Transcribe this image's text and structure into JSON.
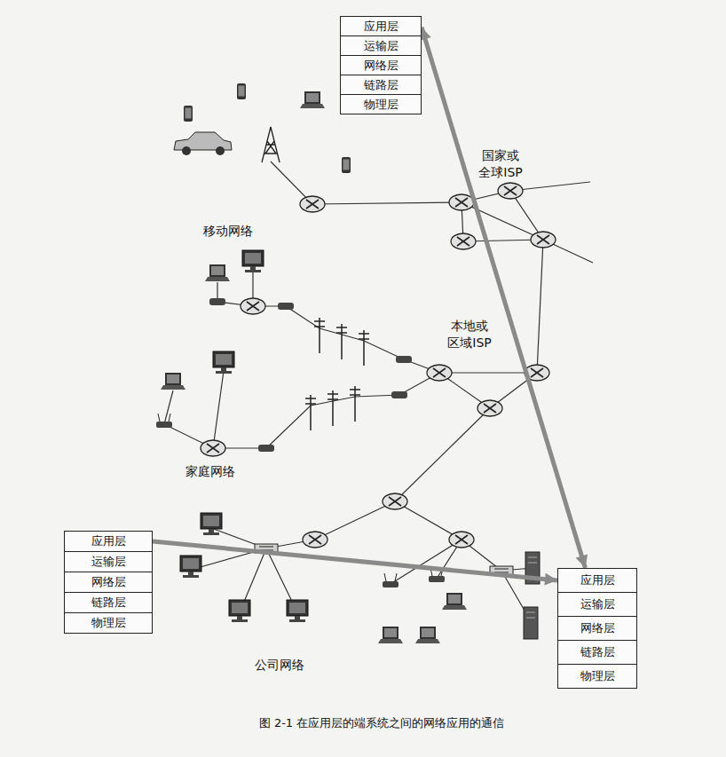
{
  "diagram": {
    "caption": "图 2-1 在应用层的端系统之间的网络应用的通信",
    "nodes": [
      {
        "text": [
          "应用层"
        ]
      },
      {
        "text": [
          "运输层"
        ]
      },
      {
        "text": [
          "网络层"
        ]
      },
      {
        "text": [
          "链路层"
        ]
      },
      {
        "text": [
          "物理层"
        ]
      },
      {
        "text": [
          "移动网络"
        ]
      },
      {
        "text": [
          "国家或 全球ISP"
        ]
      },
      {
        "text": [
          "本地或 区域ISP"
        ]
      },
      {
        "text": [
          "家庭网络"
        ]
      },
      {
        "text": [
          "公司网络"
        ]
      },
      {
        "text": [
          "应用层"
        ]
      },
      {
        "text": [
          "运输层"
        ]
      },
      {
        "text": [
          "网络层"
        ]
      },
      {
        "text": [
          "链路层"
        ]
      },
      {
        "text": [
          "物理层"
        ]
      },
      {
        "text": [
          "应用层"
        ]
      },
      {
        "text": [
          "运输层"
        ]
      },
      {
        "text": [
          "网络层"
        ]
      },
      {
        "text": [
          "链路层"
        ]
      },
      {
        "text": [
          "物理层"
        ]
      }
    ],
    "edges": [
      {
        "from": 10,
        "to": 15,
        "arrow": "to"
      },
      {
        "from": 0,
        "to": 15,
        "arrow": "both"
      }
    ]
  }
}
